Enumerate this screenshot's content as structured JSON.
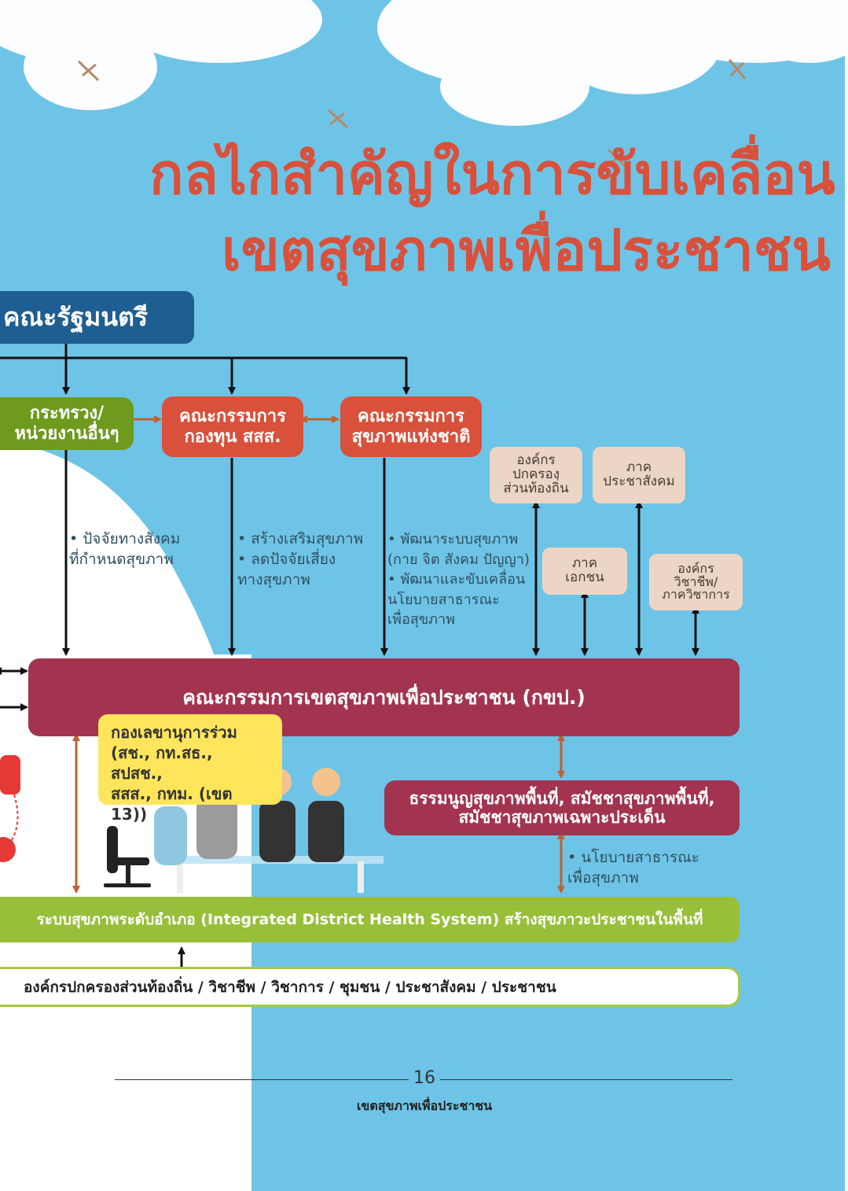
{
  "title": {
    "line1": "กลไกสำคัญในการขับเคลื่อน",
    "line2": "เขตสุขภาพเพื่อประชาชน"
  },
  "nodes": {
    "cabinet": "คณะรัฐมนตรี",
    "ministry": [
      "กระทรวง/",
      "หน่วยงานอื่นๆ"
    ],
    "thaihealth": [
      "คณะกรรมการ",
      "กองทุน สสส."
    ],
    "nhc": [
      "คณะกรรมการ",
      "สุขภาพแห่งชาติ"
    ],
    "local_gov": [
      "องค์กร",
      "ปกครอง",
      "ส่วนท้องถิ่น"
    ],
    "civil_society": [
      "ภาค",
      "ประชาสังคม"
    ],
    "private_sector": [
      "ภาค",
      "เอกชน"
    ],
    "professional": [
      "องค์กร",
      "วิชาชีพ/",
      "ภาควิชาการ"
    ],
    "main_committee": "คณะกรรมการเขตสุขภาพเพื่อประชาชน (กขป.)",
    "secretariat": [
      "กองเลขานุการร่วม",
      "(สช., กท.สธ., สปสช.,",
      "สสส., กทม. (เขต 13))"
    ],
    "charter": [
      "ธรรมนูญสุขภาพพื้นที่, สมัชชาสุขภาพพื้นที่,",
      "สมัชชาสุขภาพเฉพาะประเด็น"
    ],
    "district_system": "ระบบสุขภาพระดับอำเภอ (Integrated District Health System) สร้างสุขภาวะประชาชนในพื้นที่",
    "stakeholders": "องค์กรปกครองส่วนท้องถิ่น / วิชาชีพ / วิชาการ / ชุมชน / ประชาสังคม / ประชาชน"
  },
  "notes": {
    "ministry": [
      "• ปัจจัยทางสังคม",
      "  ที่กำหนดสุขภาพ"
    ],
    "thaihealth": [
      "• สร้างเสริมสุขภาพ",
      "• ลดปัจจัยเสี่ยง",
      "  ทางสุขภาพ"
    ],
    "nhc": [
      "• พัฒนาระบบสุขภาพ",
      "  (กาย จิต สังคม ปัญญา)",
      "• พัฒนาและขับเคลื่อน",
      "  นโยบายสาธารณะ",
      "  เพื่อสุขภาพ"
    ],
    "policy": [
      "• นโยบายสาธารณะ",
      "  เพื่อสุขภาพ"
    ]
  },
  "footer": {
    "page_number": "16",
    "publication": "เขตสุขภาพเพื่อประชาชน"
  },
  "colors": {
    "sky": "#6ec4e6",
    "title": "#d9503b",
    "cabinet": "#1f5e92",
    "ministry": "#6e9a1e",
    "committee_red": "#d9503b",
    "beige": "#ecd5c4",
    "maroon": "#a2344f",
    "secretariat": "#ffe55b",
    "district_bar": "#98bf3a",
    "arrow_orange": "#c0622f"
  }
}
